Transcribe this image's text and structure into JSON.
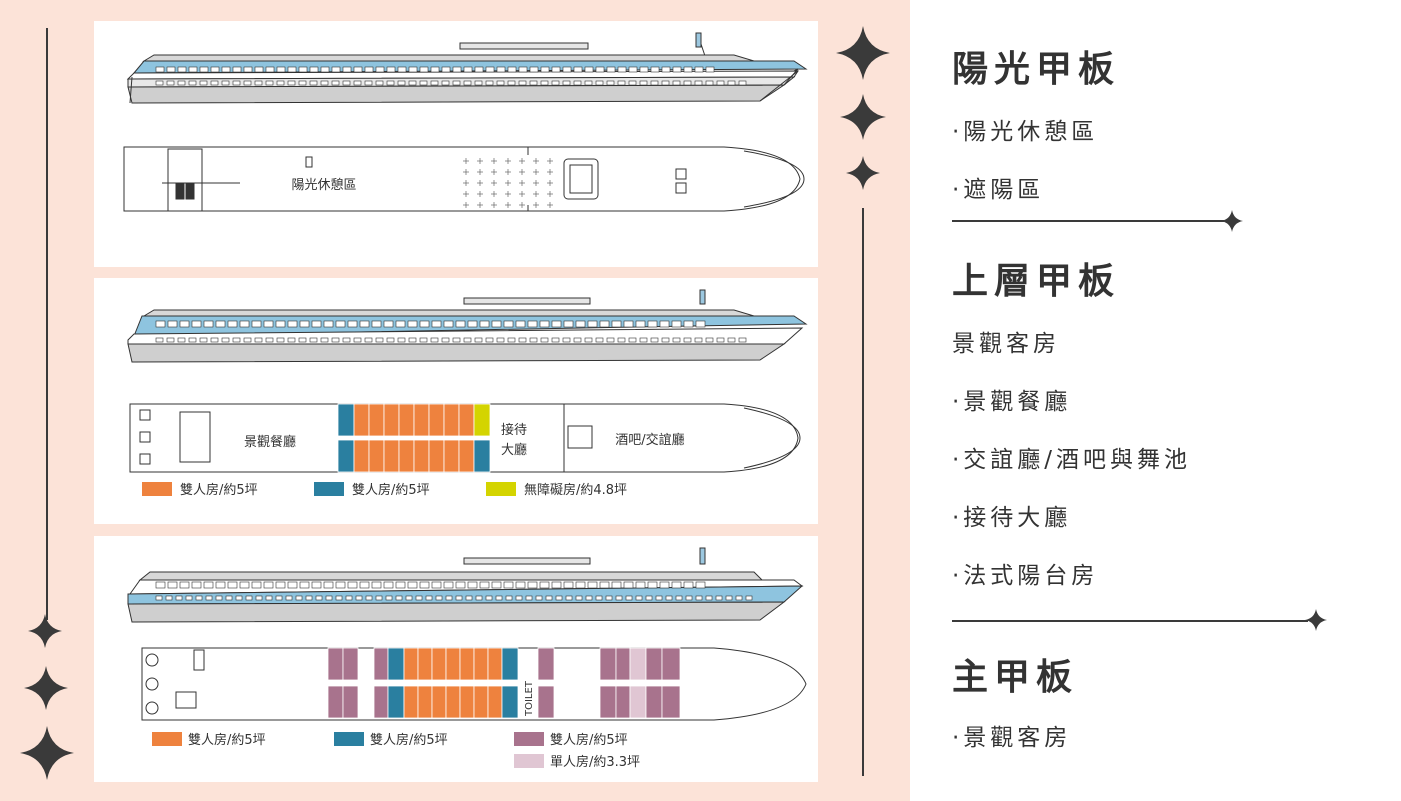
{
  "colors": {
    "background": "#fce3d8",
    "orange": "#ee823e",
    "blue": "#2a7fa0",
    "yellow_green": "#d4d400",
    "mauve": "#a8738d",
    "light_pink": "#e0c6d3",
    "hull_blue": "#8ec4df"
  },
  "decks": {
    "sun": {
      "plan_label": "陽光休憩區"
    },
    "upper": {
      "plan_labels": {
        "restaurant": "景觀餐廳",
        "lobby_1": "接待",
        "lobby_2": "大廳",
        "bar": "酒吧/交誼廳"
      },
      "legend": [
        {
          "color": "orange",
          "label": "雙人房/約5坪"
        },
        {
          "color": "blue",
          "label": "雙人房/約5坪"
        },
        {
          "color": "yellow_green",
          "label": "無障礙房/約4.8坪"
        }
      ]
    },
    "main": {
      "plan_labels": {
        "toilet": "TOILET"
      },
      "legend": [
        {
          "color": "orange",
          "label": "雙人房/約5坪"
        },
        {
          "color": "blue",
          "label": "雙人房/約5坪"
        },
        {
          "color": "mauve",
          "label": "雙人房/約5坪"
        },
        {
          "color": "light_pink",
          "label": "單人房/約3.3坪"
        }
      ]
    }
  },
  "sidebar": {
    "sections": [
      {
        "title": "陽光甲板",
        "items": [
          "·陽光休憩區",
          "·遮陽區"
        ]
      },
      {
        "title": "上層甲板",
        "items": [
          "景觀客房",
          "·景觀餐廳",
          "·交誼廳/酒吧與舞池",
          "·接待大廳",
          "·法式陽台房"
        ]
      },
      {
        "title": "主甲板",
        "items": [
          "·景觀客房"
        ]
      }
    ]
  }
}
